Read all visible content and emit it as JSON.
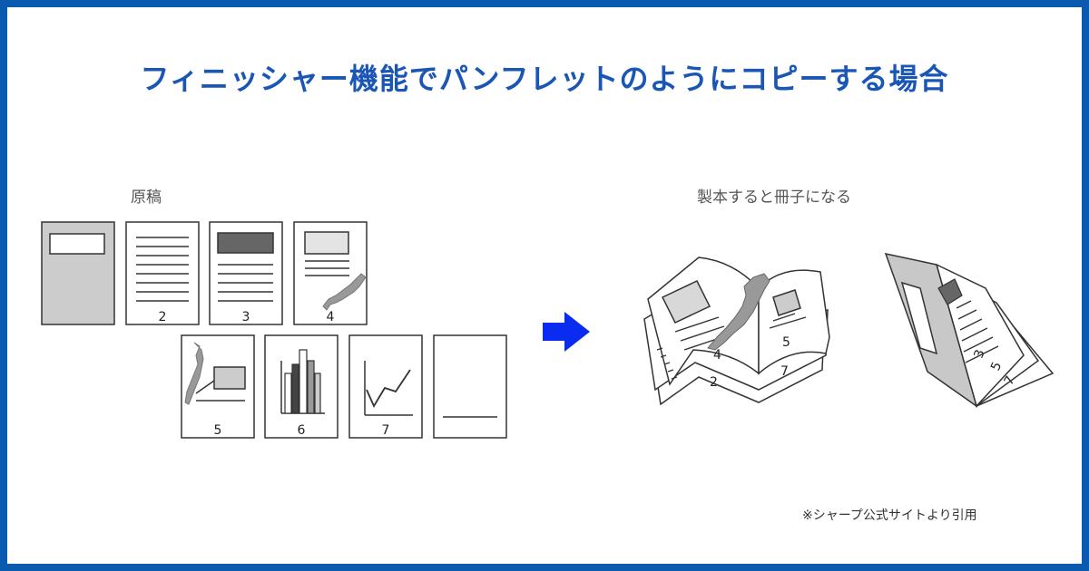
{
  "title": "フィニッシャー機能でパンフレットのようにコピーする場合",
  "original_label": "原稿",
  "result_label": "製本すると冊子になる",
  "credit": "※シャープ公式サイトより引用",
  "pages_row1": [
    "2",
    "3",
    "4"
  ],
  "pages_row2": [
    "5",
    "6",
    "7"
  ],
  "book_pages": [
    "4",
    "5",
    "2",
    "7"
  ],
  "fold_pages": [
    "3",
    "5",
    "7"
  ],
  "colors": {
    "frame": "#0a5bb0",
    "title": "#1a56b6",
    "arrow": "#0a2bf0",
    "page_gray": "#cccccc",
    "dark_gray": "#666666"
  }
}
